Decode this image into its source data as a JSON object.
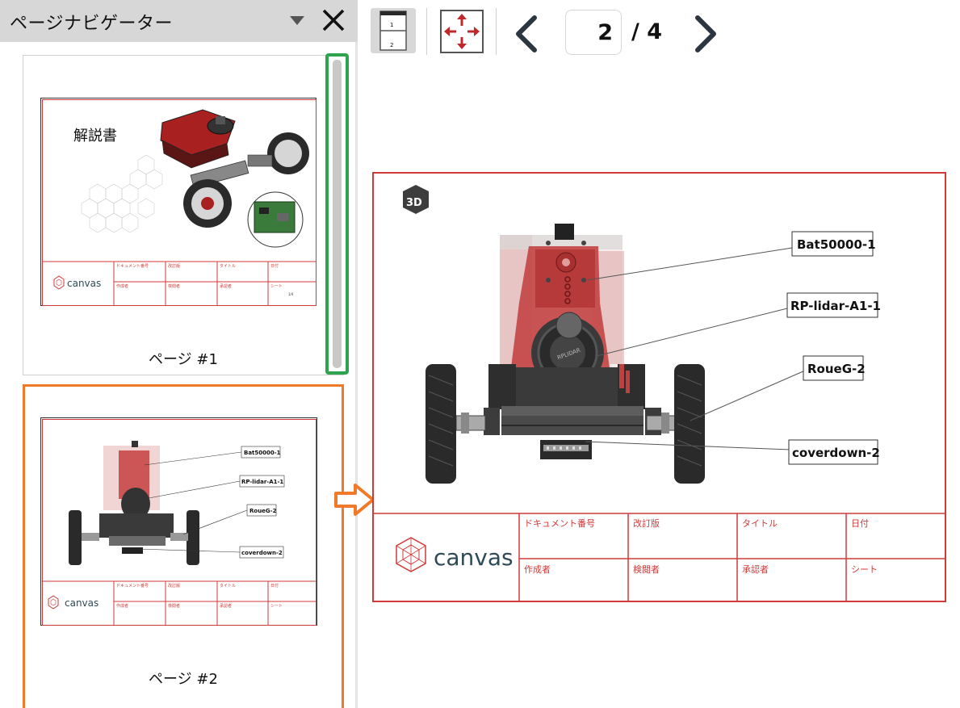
{
  "navigator": {
    "title": "ページナビゲーター",
    "pages": [
      {
        "label": "ページ #1",
        "doc_title": "解説書",
        "page_marker": "1/4"
      },
      {
        "label": "ページ #2"
      }
    ]
  },
  "toolbar": {
    "current_page": "2",
    "total_pages": "/ 4",
    "pages_icon_numbers": [
      "1",
      "2"
    ]
  },
  "drawing": {
    "labels": [
      "Bat50000-1",
      "RP-lidar-A1-1",
      "RoueG-2",
      "coverdown-2"
    ],
    "badge": "3D",
    "brand": "canvas",
    "title_block": {
      "doc_number": "ドキュメント番号",
      "revision": "改訂版",
      "title": "タイトル",
      "date": "日付",
      "author": "作成者",
      "checker": "検閲者",
      "approver": "承認者",
      "sheet": "シート"
    }
  },
  "colors": {
    "accent_red": "#d23a3a",
    "highlight_orange": "#f07a2a",
    "scroll_green": "#2ea44f"
  }
}
